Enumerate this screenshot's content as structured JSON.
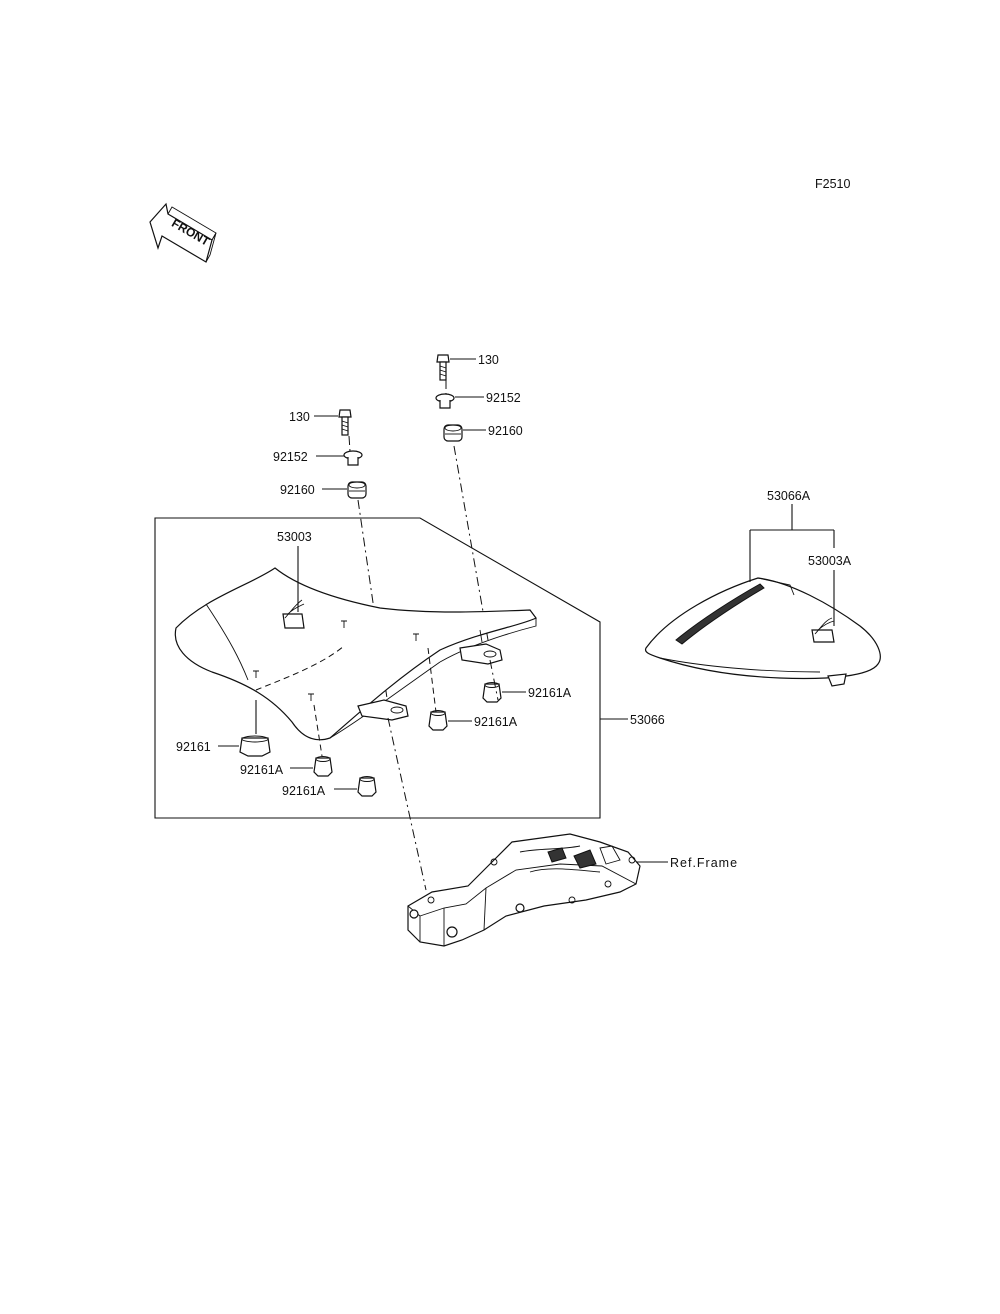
{
  "figure_code": "F2510",
  "front_label": "FRONT",
  "labels": {
    "bolt_right": "130",
    "washer_right": "92152",
    "damper_right": "92160",
    "bolt_left": "130",
    "washer_left": "92152",
    "damper_left": "92160",
    "seat_front": "53003",
    "seat_rear_assy": "53066A",
    "seat_rear": "53003A",
    "seat_assy": "53066",
    "damper_a1": "92161A",
    "damper_a2": "92161A",
    "damper_main": "92161",
    "damper_a3": "92161A",
    "damper_a4": "92161A",
    "frame_ref": "Ref.Frame"
  }
}
